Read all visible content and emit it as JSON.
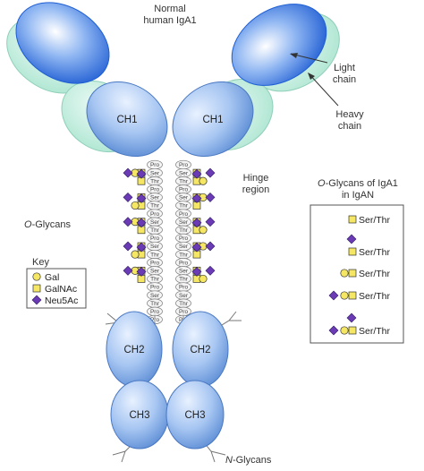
{
  "labels": {
    "title_line1": "Normal",
    "title_line2": "human IgA1",
    "light_chain_line1": "Light",
    "light_chain_line2": "chain",
    "heavy_chain_line1": "Heavy",
    "heavy_chain_line2": "chain",
    "hinge_line1": "Hinge",
    "hinge_line2": "region",
    "o_glycans_prefix": "O",
    "o_glycans_rest": "-Glycans",
    "n_glycans_prefix": "N",
    "n_glycans_rest": "-Glycans"
  },
  "domains": {
    "ch1_left": "CH1",
    "ch1_right": "CH1",
    "ch2_left": "CH2",
    "ch2_right": "CH2",
    "ch3_left": "CH3",
    "ch3_right": "CH3"
  },
  "hinge_residues": [
    "Pro",
    "Ser",
    "Thr",
    "Pro",
    "Ser",
    "Thr",
    "Pro",
    "Ser",
    "Thr",
    "Pro",
    "Ser",
    "Thr",
    "Pro",
    "Ser",
    "Thr",
    "Pro",
    "Ser",
    "Thr",
    "Pro",
    "Pro"
  ],
  "key": {
    "title": "Key",
    "items": [
      {
        "shape": "circle",
        "color": "#f5e663",
        "label": "Gal"
      },
      {
        "shape": "square",
        "color": "#f5e663",
        "label": "GalNAc"
      },
      {
        "shape": "diamond",
        "color": "#6a3bb5",
        "label": "Neu5Ac"
      }
    ]
  },
  "iga_panel": {
    "title_line1_prefix": "O",
    "title_line1_rest": "-Glycans of IgA1",
    "title_line2": "in IgAN",
    "rows": [
      {
        "label": "Ser/Thr"
      },
      {
        "label": "Ser/Thr"
      },
      {
        "label": "Ser/Thr"
      },
      {
        "label": "Ser/Thr"
      },
      {
        "label": "Ser/Thr"
      }
    ]
  },
  "colors": {
    "domain_blue": "#6f9fe0",
    "domain_blue_light": "#dceaff",
    "fab_blue_dark": "#1f5fd4",
    "light_chain_green": "#bfeedd",
    "galnac_yellow": "#f5e663",
    "neu5ac_purple": "#6a3bb5"
  }
}
